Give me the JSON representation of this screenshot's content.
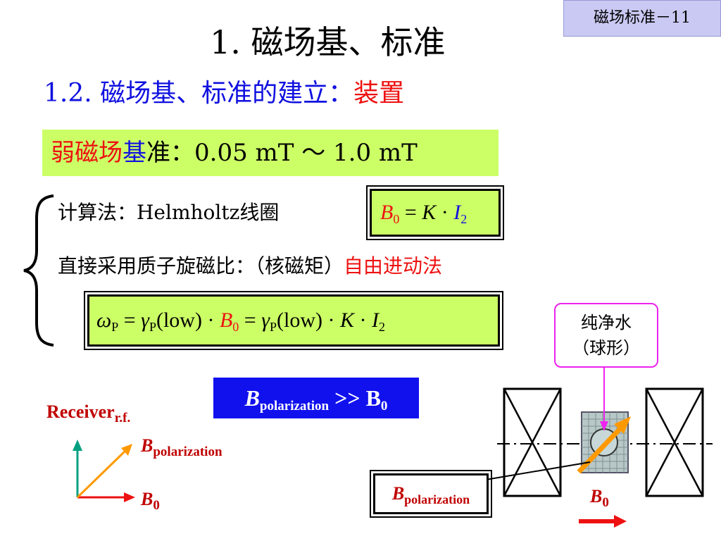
{
  "corner_tag": "磁场标准－11",
  "main_title": "1. 磁场基、标准",
  "subtitle": {
    "prefix": "1.2. 磁场基、标准的建立：",
    "highlight": "装置"
  },
  "range": {
    "red_part": "弱磁场",
    "blue_part": "基",
    "rest": "准：0.05 mT ～ 1.0 mT"
  },
  "method1": "计算法：Helmholtz线圈",
  "method2": {
    "text": "直接采用质子旋磁比：（核磁矩）",
    "highlight": "自由进动法"
  },
  "eq1": {
    "B": "B",
    "B_sub": "0",
    "eq": " = ",
    "K": "K",
    "dot": " · ",
    "I": "I",
    "I_sub": "2"
  },
  "eq2": {
    "omega": "ω",
    "omega_sub": "P",
    "eq1": " = ",
    "gamma1": "γ",
    "gamma1_sub": "P",
    "low1": "(low)",
    "dot1": " · ",
    "B": "B",
    "B_sub": "0",
    "eq2": " = ",
    "gamma2": "γ",
    "gamma2_sub": "P",
    "low2": "(low)",
    "dot2": " · ",
    "K": "K",
    "dot3": " · ",
    "I": "I",
    "I_sub": "2"
  },
  "water_label": {
    "line1": "纯净水",
    "line2": "（球形）"
  },
  "pol_box": {
    "B": "B",
    "sub": "polarization",
    "rest": " >> B",
    "rest_sub": "0"
  },
  "diagram_left": {
    "receiver": "Receiver",
    "receiver_sub": "r.f.",
    "bpol": "B",
    "bpol_sub": "polarization",
    "b0": "B",
    "b0_sub": "0"
  },
  "diagram_right": {
    "bpol": "B",
    "bpol_sub": "polarization",
    "b0": "B",
    "b0_sub": "0"
  },
  "colors": {
    "highlight_green": "#ccff66",
    "blue": "#1010e0",
    "red": "#ee1111",
    "label_red": "#c00000",
    "tag_bg": "#c9c9f3",
    "pol_box_bg": "#1111ee",
    "arrow_orange": "#ff9900",
    "arrow_teal": "#00a080",
    "magenta": "#ee22ee"
  }
}
